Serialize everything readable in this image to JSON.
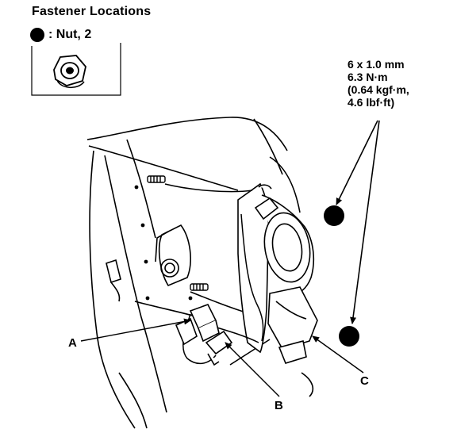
{
  "header": {
    "title": "Fastener Locations",
    "legend_label": ": Nut, 2"
  },
  "spec": {
    "line1": "6 x 1.0 mm",
    "line2": "6.3 N·m",
    "line3": "(0.64 kgf·m,",
    "line4": "4.6 lbf·ft)"
  },
  "callouts": {
    "a": "A",
    "b": "B",
    "c": "C"
  },
  "icons": {
    "nut": "nut-icon",
    "nut_marker": "filled-circle-icon"
  },
  "colors": {
    "ink": "#000000",
    "paper": "#ffffff"
  }
}
